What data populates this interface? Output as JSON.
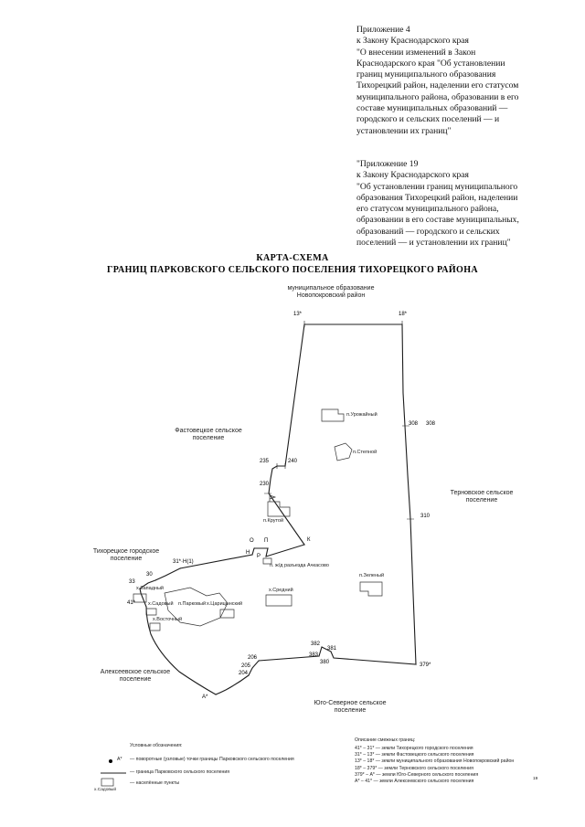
{
  "header": {
    "appendix_4": "Приложение 4\nк Закону Краснодарского края\n\"О внесении изменений в Закон\nКраснодарского края \"Об установлении\nграниц муниципального образования\nТихорецкий район, наделении его статусом\nмуниципального района, образовании в его\nсоставе муниципальных образований —\nгородского и сельских поселений — и\nустановлении их границ\"",
    "appendix_19": "\"Приложение 19\nк Закону Краснодарского края\n\"Об установлении границ муниципального\nобразования Тихорецкий район, наделении\nего статусом муниципального района,\nобразовании в его составе муниципальных,\nобразований — городского и сельских\nпоселений — и установлении их границ\""
  },
  "title": {
    "text": "КАРТА-СХЕМА\nГРАНИЦ ПАРКОВСКОГО СЕЛЬСКОГО ПОСЕЛЕНИЯ ТИХОРЕЦКОГО РАЙОНА"
  },
  "map": {
    "region_labels": {
      "novopokrovsky": "муниципальное образование\nНовопокровский район",
      "fastovetskoye": "Фастовецкое сельское\nпоселение",
      "ternovskoye": "Терновское сельское\nпоселение",
      "tikhoretskoye": "Тихорецкое городское\nпоселение",
      "alekseyevskoye": "Алексеевское сельское\nпоселение",
      "yugo_severnoye": "Юго-Северное сельское\nпоселение"
    },
    "boundary_points": {
      "p13": "13*",
      "p18": "18*",
      "p308a": "308",
      "p308b": "308",
      "p310": "310",
      "p379": "379*",
      "p380": "380",
      "p381": "381",
      "p382": "382",
      "p383": "383",
      "p206": "206",
      "p205": "205",
      "p204": "204",
      "pA": "А*",
      "p41": "41*",
      "p33": "33",
      "p30": "30",
      "p31": "31*·Н(1)",
      "pN": "Н",
      "pO": "О",
      "pP": "П",
      "pR": "Р",
      "pK": "К",
      "p230": "230",
      "p235": "235",
      "p240": "240"
    },
    "settlements": {
      "urozhayny": "п.Урожайный",
      "stepnoy": "п.Степной",
      "krutoy": "п.Крутой",
      "achkasovo": "п. ж/д разъезда Ачкасово",
      "zeleny": "п.Зеленый",
      "sredny": "х.Средний",
      "zapadny": "х.Западный",
      "sadovy": "х.Садовый",
      "parkovy": "п.Парковый",
      "tsaritsynsky": "х.Царицынский",
      "vostochny": "х.Восточный"
    }
  },
  "legend": {
    "title": "Условные обозначения:",
    "point_symbol": "А*",
    "point_label": "— поворотные (узловые) точки границы Парковского сельского поселения",
    "line_label": "— граница Парковского сельского поселения",
    "settlement_symbol": "х.Садовый",
    "settlement_label": "— населённые пункты"
  },
  "adjacent": {
    "title": "Описание смежных границ:",
    "lines": "41* – 31* — земли Тихорецкого городского поселения\n31* – 13* — земли Фастовецкого сельского поселения\n13* – 18* — земли муниципального образования Новопокровский район\n18* – 379* — земли Терновского сельского поселения\n379* – А* — земли Юго-Северного сельского поселения\nА* – 41* — земли Алексеевского сельского поселения"
  },
  "page_number": "19"
}
